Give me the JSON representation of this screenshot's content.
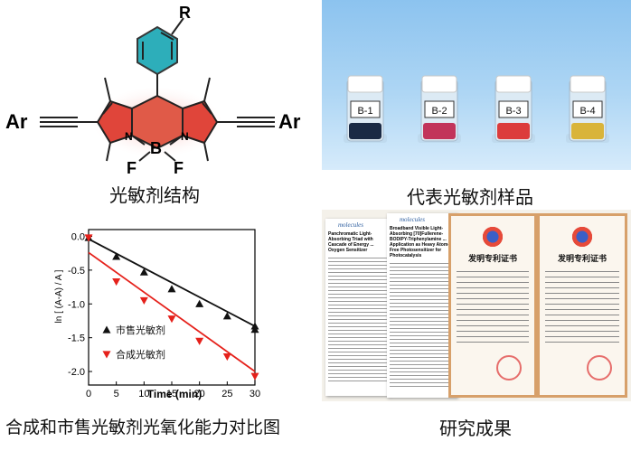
{
  "molecule": {
    "substituent": "R",
    "left_group": "Ar",
    "right_group": "Ar",
    "boron": "B",
    "fluorine_left": "F",
    "fluorine_right": "F",
    "nitrogen_left": "N",
    "nitrogen_right": "N",
    "ring_color": "#e0453a",
    "phenyl_color": "#17a6b3"
  },
  "samples": {
    "labels": [
      "B-1",
      "B-2",
      "B-3",
      "B-4"
    ],
    "powder_colors": [
      "#1a2a44",
      "#c2345a",
      "#dc3c3c",
      "#d9b43a"
    ]
  },
  "captions": {
    "structure": "光敏剂结构",
    "samples": "代表光敏剂样品",
    "comparison": "合成和市售光敏剂光氧化能力对比图",
    "results": "研究成果"
  },
  "chart_data": {
    "type": "scatter",
    "title": "",
    "xlabel": "Time (min)",
    "ylabel": "ln [ (A-A) / A ]",
    "xlim": [
      0,
      30
    ],
    "ylim": [
      -2.2,
      0.1
    ],
    "xticks": [
      0,
      5,
      10,
      15,
      20,
      25,
      30
    ],
    "yticks": [
      0.0,
      -0.5,
      -1.0,
      -1.5,
      -2.0
    ],
    "ytick_labels": [
      "0.0",
      "-0.5",
      "-1.0",
      "-1.5",
      "-2.0"
    ],
    "legend_position": "lower-left",
    "series": [
      {
        "name": "市售光敏剂",
        "marker": "triangle-up",
        "color": "#111111",
        "x": [
          0,
          5,
          10,
          15,
          20,
          25,
          30,
          30
        ],
        "y": [
          -0.02,
          -0.3,
          -0.53,
          -0.78,
          -1.0,
          -1.18,
          -1.33,
          -1.38
        ],
        "fit": [
          [
            0,
            -0.04
          ],
          [
            30,
            -1.33
          ]
        ]
      },
      {
        "name": "合成光敏剂",
        "marker": "triangle-down",
        "color": "#e5211b",
        "x": [
          0,
          5,
          10,
          15,
          20,
          25,
          30
        ],
        "y": [
          -0.02,
          -0.67,
          -0.95,
          -1.22,
          -1.55,
          -1.78,
          -2.07
        ],
        "fit": [
          [
            0,
            -0.24
          ],
          [
            30,
            -2.0
          ]
        ]
      }
    ]
  },
  "papers": {
    "journal_name": "molecules",
    "paper1_title": "Panchromatic Light-Absorbing Triad with Cascade of Energy ... Oxygen Sensitizer",
    "paper2_title": "Broadband Visible Light-Absorbing [70]Fullerene-BODIPY-Triphenylamine ... Application as Heavy Atom-Free Photosensitizer for Photocatalysis"
  },
  "patents": {
    "title": "发明专利证书",
    "count": 2
  }
}
